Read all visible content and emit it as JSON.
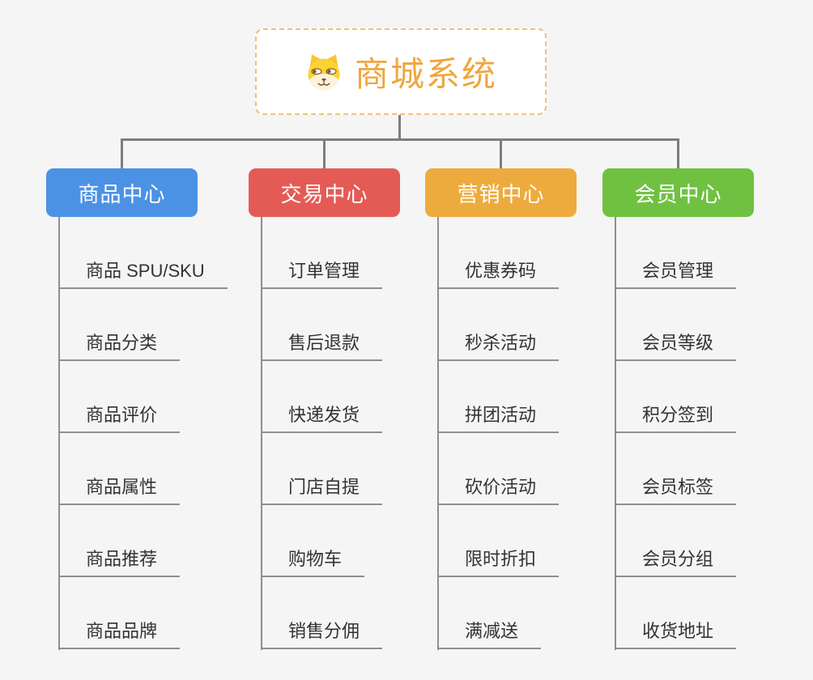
{
  "root": {
    "title": "商城系统",
    "icon": "dog-face-icon",
    "title_color": "#f0a63e",
    "border_color": "#f3bd7a"
  },
  "branches": [
    {
      "label": "商品中心",
      "color": "#4b92e5",
      "children": [
        "商品 SPU/SKU",
        "商品分类",
        "商品评价",
        "商品属性",
        "商品推荐",
        "商品品牌"
      ]
    },
    {
      "label": "交易中心",
      "color": "#e45b56",
      "children": [
        "订单管理",
        "售后退款",
        "快递发货",
        "门店自提",
        "购物车",
        "销售分佣"
      ]
    },
    {
      "label": "营销中心",
      "color": "#eeab3d",
      "children": [
        "优惠券码",
        "秒杀活动",
        "拼团活动",
        "砍价活动",
        "限时折扣",
        "满减送"
      ]
    },
    {
      "label": "会员中心",
      "color": "#70c142",
      "children": [
        "会员管理",
        "会员等级",
        "积分签到",
        "会员标签",
        "会员分组",
        "收货地址"
      ]
    }
  ],
  "colors": {
    "background": "#f5f5f5",
    "connector": "#7d7d7d",
    "leaf_line": "#8f8f8f",
    "leaf_text": "#333333",
    "branch_text": "#ffffff"
  }
}
